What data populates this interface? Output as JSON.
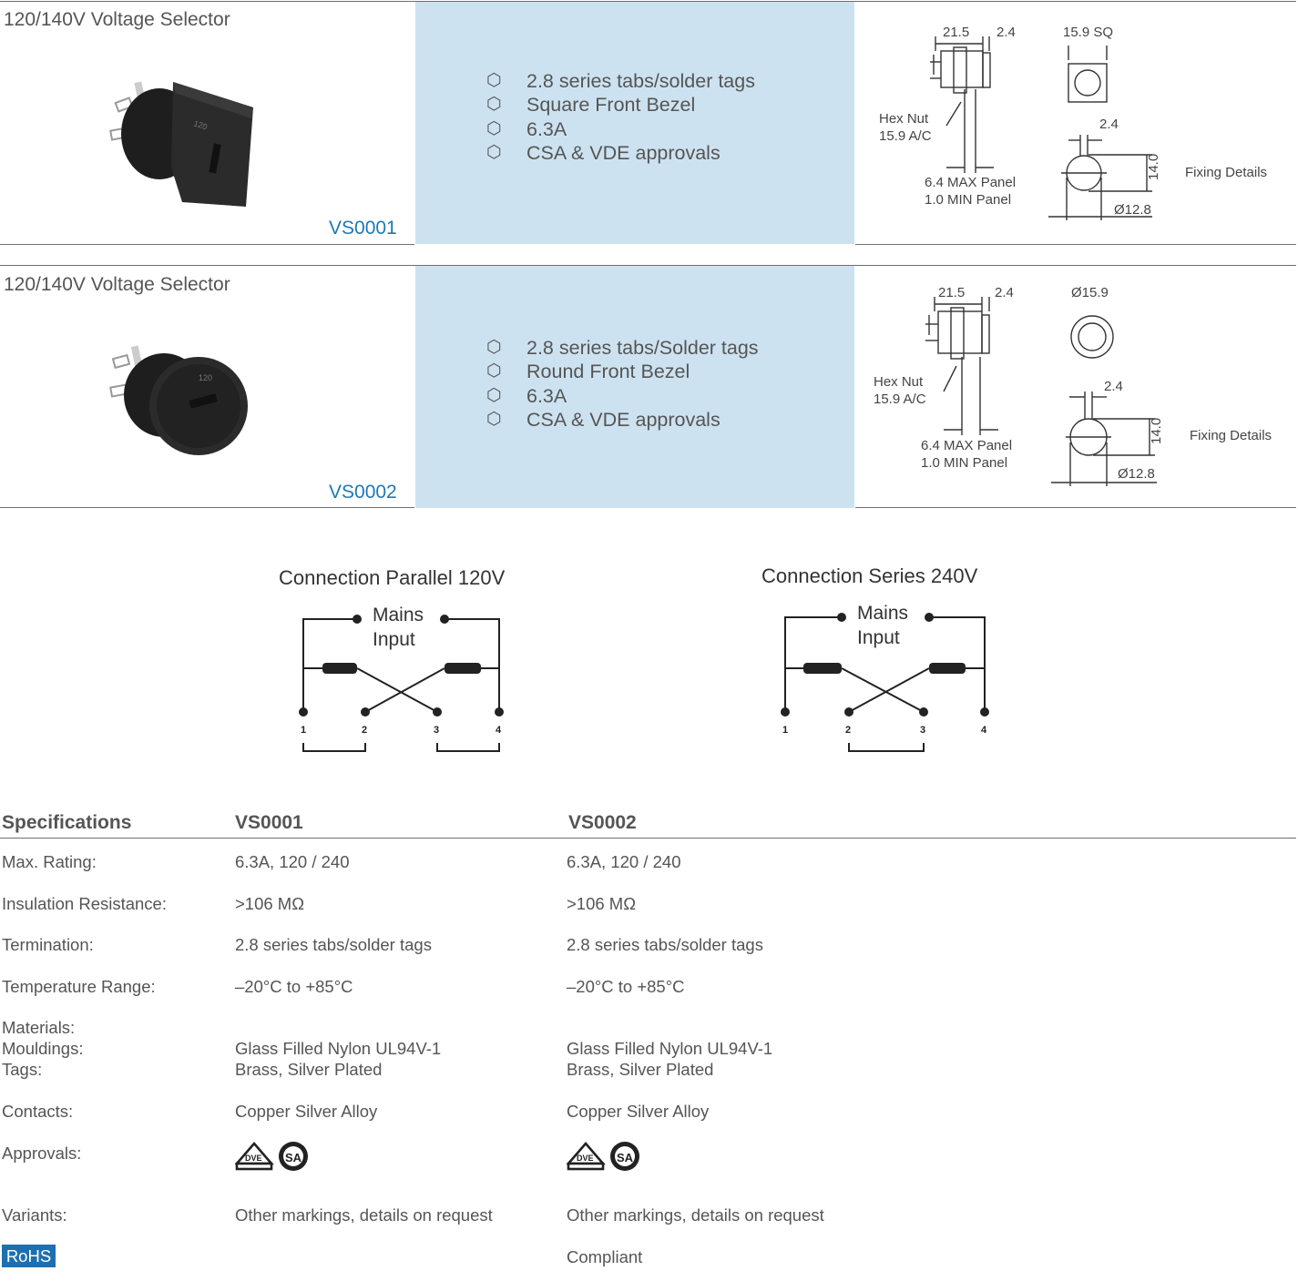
{
  "products": [
    {
      "title": "120/140V Voltage Selector",
      "code": "VS0001",
      "features": [
        "2.8 series tabs/solder tags",
        "Square Front Bezel",
        "6.3A",
        "CSA & VDE approvals"
      ],
      "drawing": {
        "dim_a": "21.5",
        "dim_b": "2.4",
        "front_size": "15.9 SQ",
        "hex_nut_1": "Hex Nut",
        "hex_nut_2": "15.9 A/C",
        "panel_max": "6.4 MAX Panel",
        "panel_min": "1.0 MIN Panel",
        "cut_width": "2.4",
        "cut_height": "14.0",
        "cut_dia": "Ø12.8",
        "fixing": "Fixing Details"
      }
    },
    {
      "title": "120/140V Voltage Selector",
      "code": "VS0002",
      "features": [
        "2.8 series tabs/Solder tags",
        "Round Front Bezel",
        "6.3A",
        "CSA & VDE approvals"
      ],
      "drawing": {
        "dim_a": "21.5",
        "dim_b": "2.4",
        "front_size": "Ø15.9",
        "hex_nut_1": "Hex Nut",
        "hex_nut_2": "15.9 A/C",
        "panel_max": "6.4 MAX Panel",
        "panel_min": "1.0 MIN Panel",
        "cut_width": "2.4",
        "cut_height": "14.0",
        "cut_dia": "Ø12.8",
        "fixing": "Fixing Details"
      }
    }
  ],
  "diagrams": [
    {
      "title": "Connection Parallel 120V",
      "mains_1": "Mains",
      "mains_2": "Input",
      "pins": [
        "1",
        "2",
        "3",
        "4"
      ]
    },
    {
      "title": "Connection Series 240V",
      "mains_1": "Mains",
      "mains_2": "Input",
      "pins": [
        "1",
        "2",
        "3",
        "4"
      ]
    }
  ],
  "specs": {
    "headers": [
      "Specifications",
      "VS0001",
      "VS0002"
    ],
    "rows": [
      {
        "label": "Max. Rating:",
        "v1": "6.3A, 120 / 240",
        "v2": "6.3A, 120 / 240"
      },
      {
        "label": "Insulation Resistance:",
        "v1": ">106 MΩ",
        "v2": ">106 MΩ"
      },
      {
        "label": "Termination:",
        "v1": "2.8 series tabs/solder tags",
        "v2": "2.8 series tabs/solder tags"
      },
      {
        "label": "Temperature Range:",
        "v1": "–20°C to +85°C",
        "v2": "–20°C to +85°C"
      },
      {
        "label": "Materials:",
        "v1": "",
        "v2": ""
      },
      {
        "label": "Mouldings:",
        "v1": "Glass Filled Nylon UL94V-1",
        "v2": "Glass Filled Nylon UL94V-1"
      },
      {
        "label": "Tags:",
        "v1": "Brass, Silver Plated",
        "v2": "Brass, Silver Plated"
      },
      {
        "label": "Contacts:",
        "v1": "Copper Silver Alloy",
        "v2": "Copper Silver Alloy"
      },
      {
        "label": "Approvals:",
        "v1": "",
        "v2": ""
      },
      {
        "label": "Variants:",
        "v1": "Other markings, details on request",
        "v2": "Other markings, details on request"
      },
      {
        "label": "RoHS",
        "v1": "",
        "v2": "Compliant"
      }
    ],
    "approval_marks": {
      "vde": "DVE",
      "csa": "SA"
    }
  },
  "colors": {
    "accent": "#1e78b6",
    "panel": "#cde2f0",
    "rohs_badge": "#1e6fb0"
  }
}
